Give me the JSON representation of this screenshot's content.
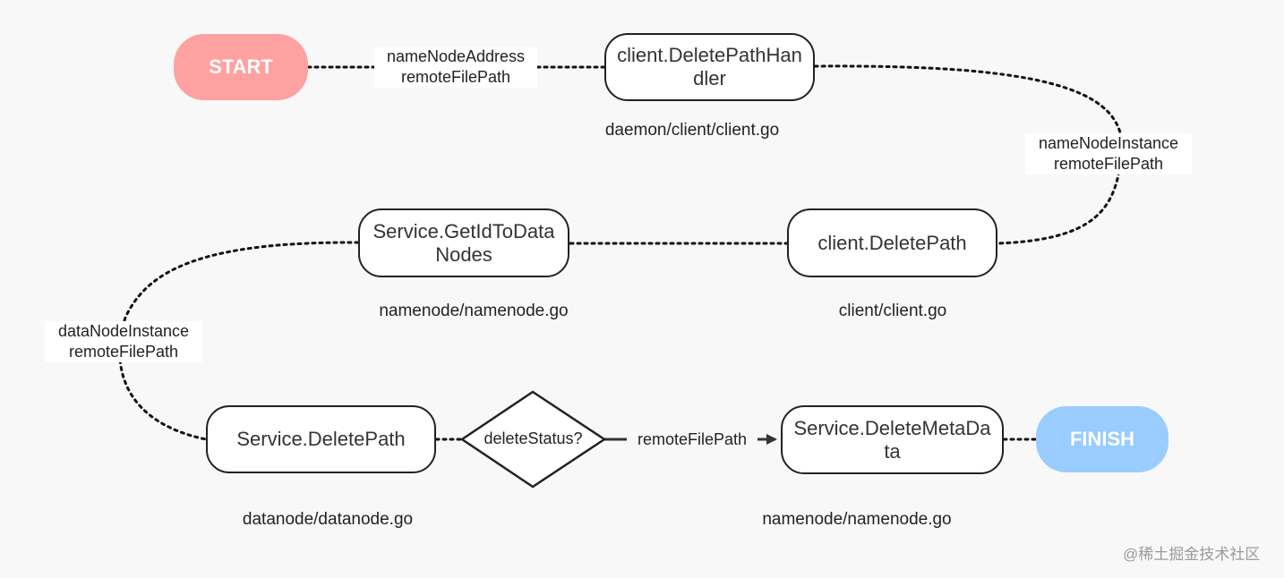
{
  "colors": {
    "start_fill": "#ffa1a1",
    "finish_fill": "#99ccff",
    "node_border": "#222222",
    "connector": "#111111",
    "background": "#f8f8f8"
  },
  "nodes": {
    "start": "START",
    "client_delete_path_handler": "client.DeletePathHandler",
    "client_delete_path": "client.DeletePath",
    "service_get_id_to_data_nodes": "Service.GetIdToDataNodes",
    "service_delete_path": "Service.DeletePath",
    "delete_status_decision": "deleteStatus?",
    "service_delete_meta_data": "Service.DeleteMetaData",
    "finish": "FINISH"
  },
  "files": {
    "daemon_client": "daemon/client/client.go",
    "client_client": "client/client.go",
    "namenode_top": "namenode/namenode.go",
    "datanode": "datanode/datanode.go",
    "namenode_bottom": "namenode/namenode.go"
  },
  "edge_labels": {
    "start_to_handler": [
      "nameNodeAddress",
      "remoteFilePath"
    ],
    "handler_to_deletepath": [
      "nameNodeInstance",
      "remoteFilePath"
    ],
    "getid_to_service_deletepath": [
      "dataNodeInstance",
      "remoteFilePath"
    ],
    "decision_to_deletemeta": "remoteFilePath"
  },
  "watermark": "@稀土掘金技术社区"
}
